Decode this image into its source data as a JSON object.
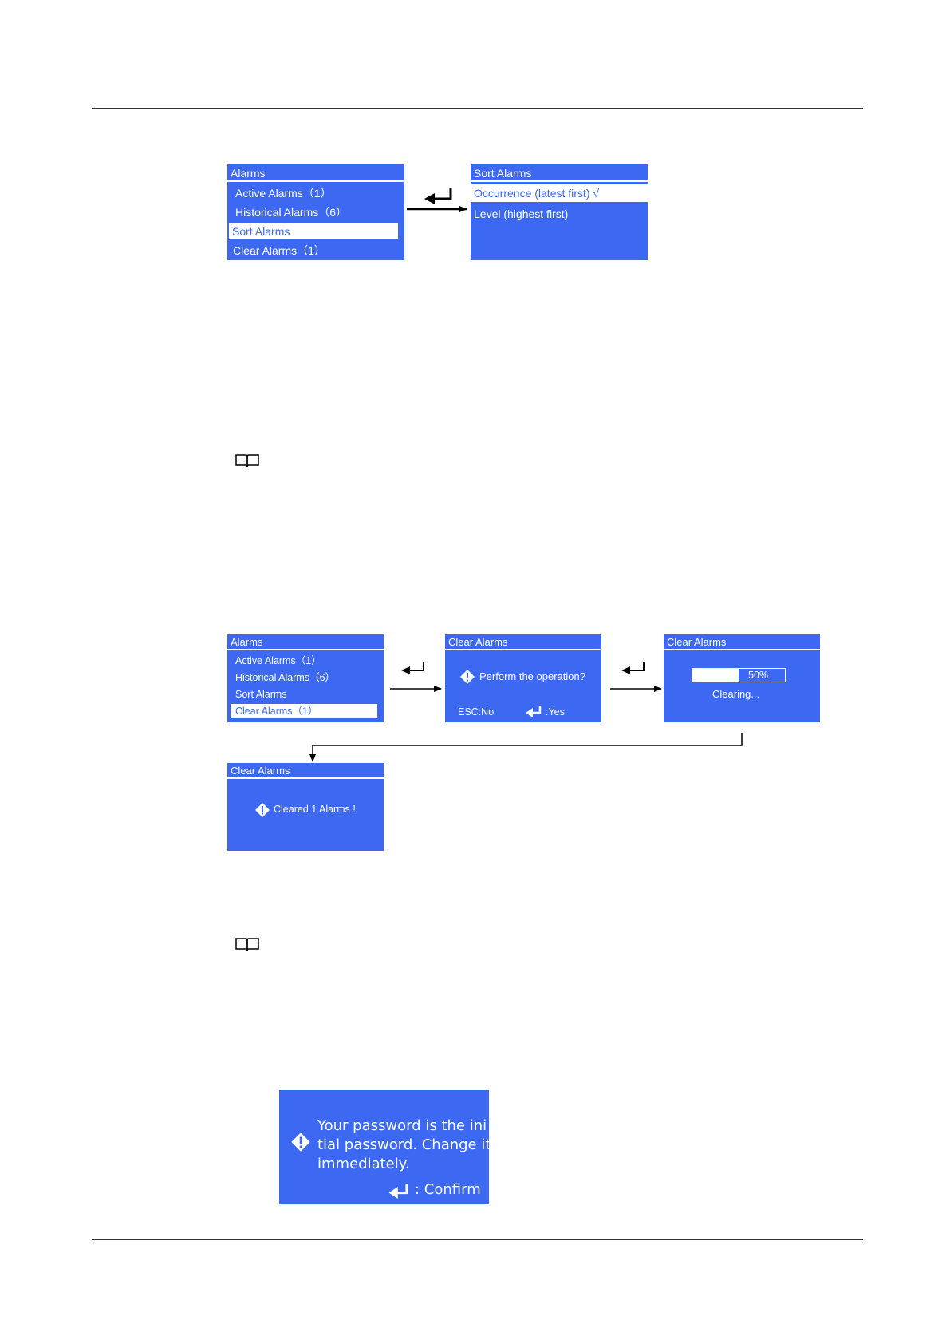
{
  "figure1": {
    "alarms_panel": {
      "title": "Alarms",
      "items": [
        "Active Alarms（1）",
        "Historical Alarms（6）",
        "Sort Alarms",
        "Clear Alarms（1）"
      ]
    },
    "sort_panel": {
      "title": "Sort Alarms",
      "items": [
        "Occurrence (latest first) √",
        "Level (highest first)"
      ]
    }
  },
  "figure2": {
    "alarms_panel": {
      "title": "Alarms",
      "items": [
        "Active Alarms（1）",
        "Historical Alarms（6）",
        "Sort Alarms",
        "Clear Alarms（1）"
      ]
    },
    "confirm_panel": {
      "title": "Clear Alarms",
      "question": "Perform the operation?",
      "esc": "ESC:No",
      "yes": ":Yes"
    },
    "progress_panel": {
      "title": "Clear Alarms",
      "percent_label": "50%",
      "progress": 0.5,
      "status": "Clearing..."
    },
    "result_panel": {
      "title": "Clear Alarms",
      "message": "Cleared 1 Alarms !"
    }
  },
  "figure3": {
    "message_lines": [
      "Your password is the ini",
      "tial password. Change it",
      "immediately."
    ],
    "confirm": ": Confirm"
  },
  "colors": {
    "panel": "#3d69f2",
    "text": "#ffffff"
  }
}
